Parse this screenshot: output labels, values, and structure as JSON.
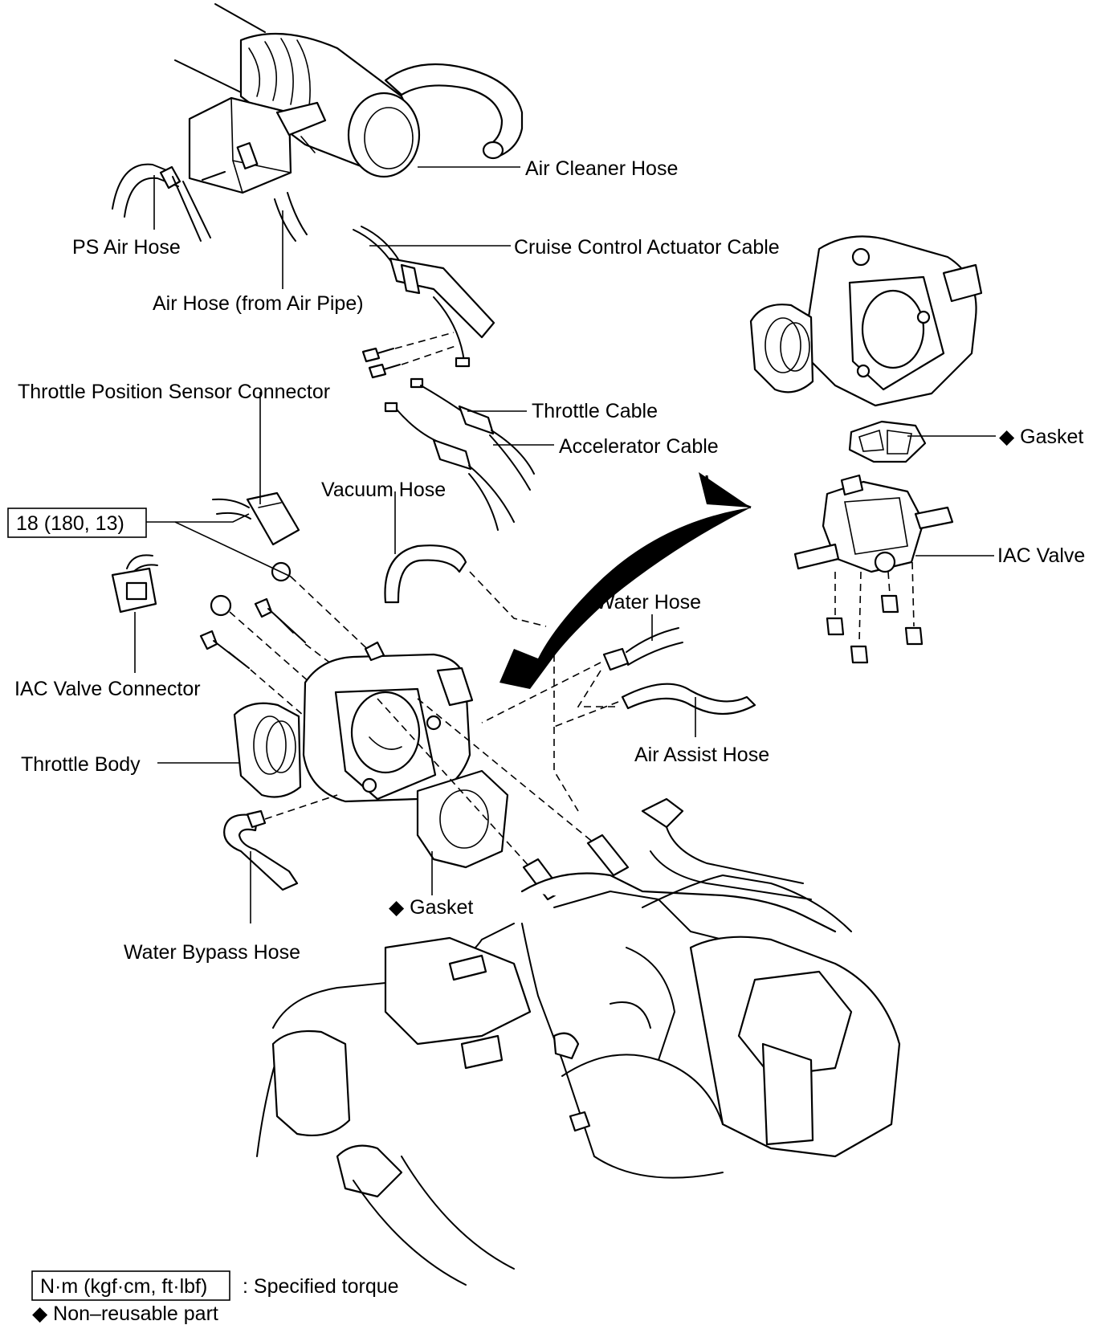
{
  "labels": {
    "air_cleaner_hose": "Air Cleaner Hose",
    "cruise_control_cable": "Cruise Control Actuator Cable",
    "ps_air_hose": "PS Air Hose",
    "air_hose_from_air_pipe": "Air Hose (from Air Pipe)",
    "tps_connector": "Throttle Position Sensor Connector",
    "throttle_cable": "Throttle Cable",
    "accelerator_cable": "Accelerator Cable",
    "gasket_top": "◆ Gasket",
    "vacuum_hose": "Vacuum Hose",
    "torque_value": "18 (180, 13)",
    "iac_valve": "IAC Valve",
    "water_hose": "Water Hose",
    "iac_valve_connector": "IAC Valve Connector",
    "air_assist_hose": "Air Assist Hose",
    "throttle_body": "Throttle Body",
    "gasket_bottom": "◆ Gasket",
    "water_bypass_hose": "Water Bypass Hose"
  },
  "legend": {
    "torque_unit": "N·m (kgf·cm, ft·lbf)",
    "torque_desc": ": Specified torque",
    "nonreusable": "◆ Non–reusable part"
  }
}
